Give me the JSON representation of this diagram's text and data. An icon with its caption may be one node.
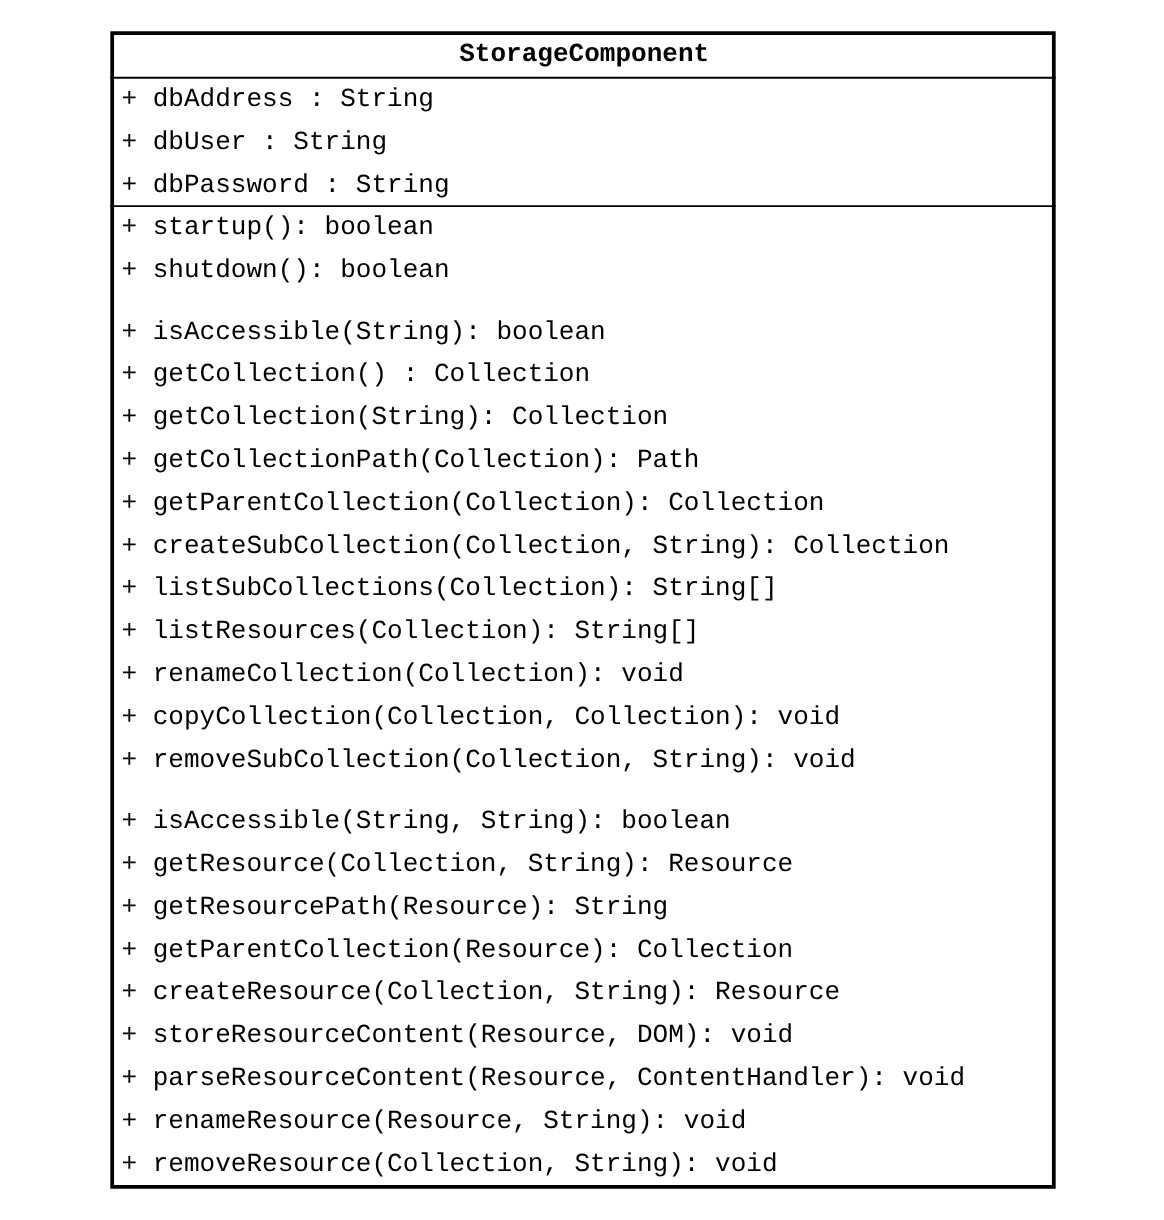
{
  "diagram": {
    "nodes": [
      {
        "text": [
          "StorageComponent",
          "+ dbAddress : String",
          "+ dbUser : String",
          "+ dbPassword : String",
          "+ startup(): boolean",
          "+ shutdown(): boolean",
          "+ isAccessible(String): boolean",
          "+ getCollection() : Collection",
          "+ getCollection(String): Collection",
          "+ getCollectionPath(Collection): Path",
          "+ getParentCollection(Collection): Collection",
          "+ createSubCollection(Collection, String): Collection",
          "+ listSubCollections(Collection): String[]",
          "+ listResources(Collection): String[]",
          "+ renameCollection(Collection): void",
          "+ copyCollection(Collection, Collection): void",
          "+ removeSubCollection(Collection, String): void",
          "+ isAccessible(String, String): boolean",
          "+ getResource(Collection, String): Resource",
          "+ getResourcePath(Resource): String",
          "+ getParentCollection(Resource): Collection",
          "+ createResource(Collection, String): Resource",
          "+ storeResourceContent(Resource, DOM): void",
          "+ parseResourceContent(Resource, ContentHandler): void",
          "+ renameResource(Resource, String): void",
          "+ removeResource(Collection, String): void"
        ]
      }
    ]
  }
}
